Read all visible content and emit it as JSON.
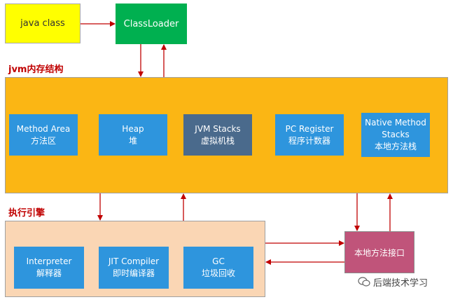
{
  "nodes": {
    "java_class": "java  class",
    "classloader": "ClassLoader",
    "jvm_label": "jvm内存结构",
    "method_area": {
      "en": "Method  Area",
      "zh": "方法区"
    },
    "heap": {
      "en": "Heap",
      "zh": "堆"
    },
    "jvm_stacks": {
      "en": "JVM Stacks",
      "zh": "虚拟机栈"
    },
    "pc_register": {
      "en": "PC Register",
      "zh": "程序计数器"
    },
    "native_method_stacks": {
      "en1": "Native Method",
      "en2": "Stacks",
      "zh": "本地方法栈"
    },
    "engine_label": "执行引擎",
    "interpreter": {
      "en": "Interpreter",
      "zh": "解释器"
    },
    "jit_compiler": {
      "en": "JIT Compiler",
      "zh": "即时编译器"
    },
    "gc": {
      "en": "GC",
      "zh": "垃圾回收"
    },
    "native_interface": "本地方法接口"
  },
  "watermark": "后端技术学习",
  "colors": {
    "arrow": "#c00000",
    "jvm_area": "#fbb614",
    "engine_area": "#fad6b4",
    "component": "#2e95dd",
    "highlight_component": "#4a6a8c"
  }
}
